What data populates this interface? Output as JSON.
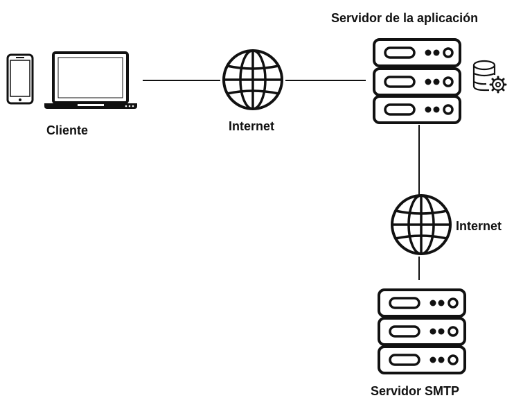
{
  "labels": {
    "app_server": "Servidor de la aplicación",
    "client": "Cliente",
    "internet_top": "Internet",
    "internet_right": "Internet",
    "smtp_server": "Servidor SMTP"
  },
  "icons": {
    "phone": "smartphone-icon",
    "laptop": "laptop-icon",
    "globe": "globe-icon",
    "server": "server-rack-icon",
    "database": "database-settings-icon"
  },
  "colors": {
    "stroke": "#111111",
    "background": "#ffffff"
  }
}
